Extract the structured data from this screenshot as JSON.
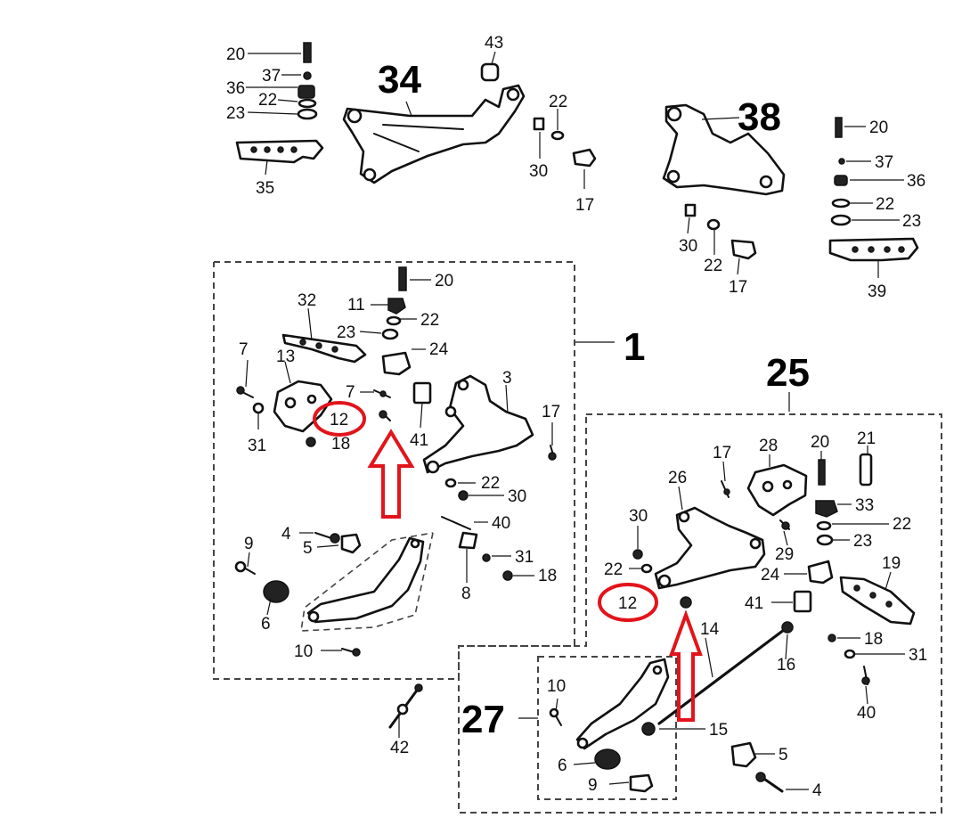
{
  "accent_color": "#e2141b",
  "labels": {
    "l20a": "20",
    "l37a": "37",
    "l36a": "36",
    "l22a": "22",
    "l23a": "23",
    "l35": "35",
    "l43": "43",
    "l22b": "22",
    "l30a": "30",
    "l17a": "17",
    "l20b": "20",
    "l37b": "37",
    "l36b": "36",
    "l22c": "22",
    "l23b": "23",
    "l39": "39",
    "l30b": "30",
    "l22d": "22",
    "l17b": "17",
    "l20c": "20",
    "l11": "11",
    "l22e": "22",
    "l32": "32",
    "l23c": "23",
    "l24a": "24",
    "l7a": "7",
    "l13": "13",
    "l7b": "7",
    "l3": "3",
    "l17c": "17",
    "l31a": "31",
    "l18a": "18",
    "l41a": "41",
    "l22f": "22",
    "l30c": "30",
    "l40a": "40",
    "l4a": "4",
    "l5a": "5",
    "l9a": "9",
    "l31b": "31",
    "l18b": "18",
    "l8": "8",
    "l6a": "6",
    "l10a": "10",
    "l42": "42",
    "l21": "21",
    "l20d": "20",
    "l28": "28",
    "l17d": "17",
    "l26": "26",
    "l33": "33",
    "l22g": "22",
    "l30d": "30",
    "l29": "29",
    "l23d": "23",
    "l22h": "22",
    "l24b": "24",
    "l19": "19",
    "l41b": "41",
    "l14": "14",
    "l18c": "18",
    "l31c": "31",
    "l16": "16",
    "l40b": "40",
    "l10b": "10",
    "l15": "15",
    "l5b": "5",
    "l6b": "6",
    "l9b": "9",
    "l4b": "4"
  },
  "assemblies": {
    "a34": "34",
    "a38": "38",
    "a1": "1",
    "a25": "25",
    "a27": "27"
  },
  "highlights": {
    "h1": "12",
    "h2": "12"
  }
}
